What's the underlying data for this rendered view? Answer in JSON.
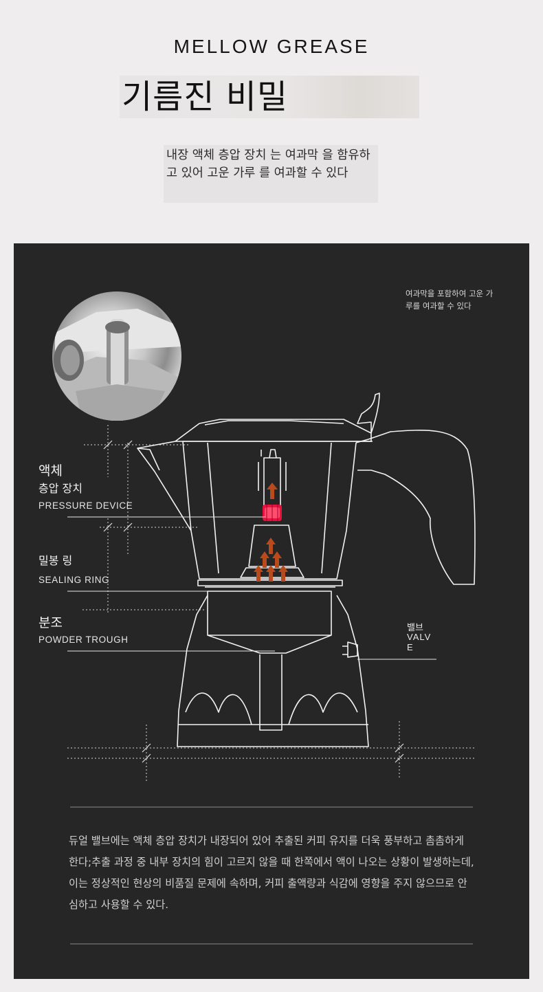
{
  "header": {
    "eyebrow": "MELLOW GREASE",
    "title": "기름진 비밀",
    "intro": "내장 액체 층압 장치 는 여과막 을 함유하고 있어 고운 가루 를 여과할 수 있다"
  },
  "diagram": {
    "note": "여과막을 포함하여 고운 가루를 여과할 수 있다",
    "labels": {
      "pressure_ko_1": "액체",
      "pressure_ko_2": "층압 장치",
      "pressure_en": "PRESSURE DEVICE",
      "sealing_ko": "밀봉 링",
      "sealing_en": "SEALING RING",
      "powder_ko": "분조",
      "powder_en": "POWDER TROUGH",
      "valve_ko": "밸브",
      "valve_en": "VALVE"
    },
    "colors": {
      "accent": "#e8123c",
      "arrow": "#b84a1c",
      "line": "#f2f2f2"
    }
  },
  "description": "듀얼 밸브에는 액체 층압 장치가 내장되어 있어 추출된 커피 유지를 더욱 풍부하고 촘촘하게 한다;추출 과정 중 내부 장치의 힘이 고르지 않을 때 한쪽에서 액이 나오는 상황이 발생하는데, 이는 정상적인 현상의 비품질 문제에 속하며, 커피 출액량과 식감에 영향을 주지 않으므로 안심하고 사용할 수 있다."
}
